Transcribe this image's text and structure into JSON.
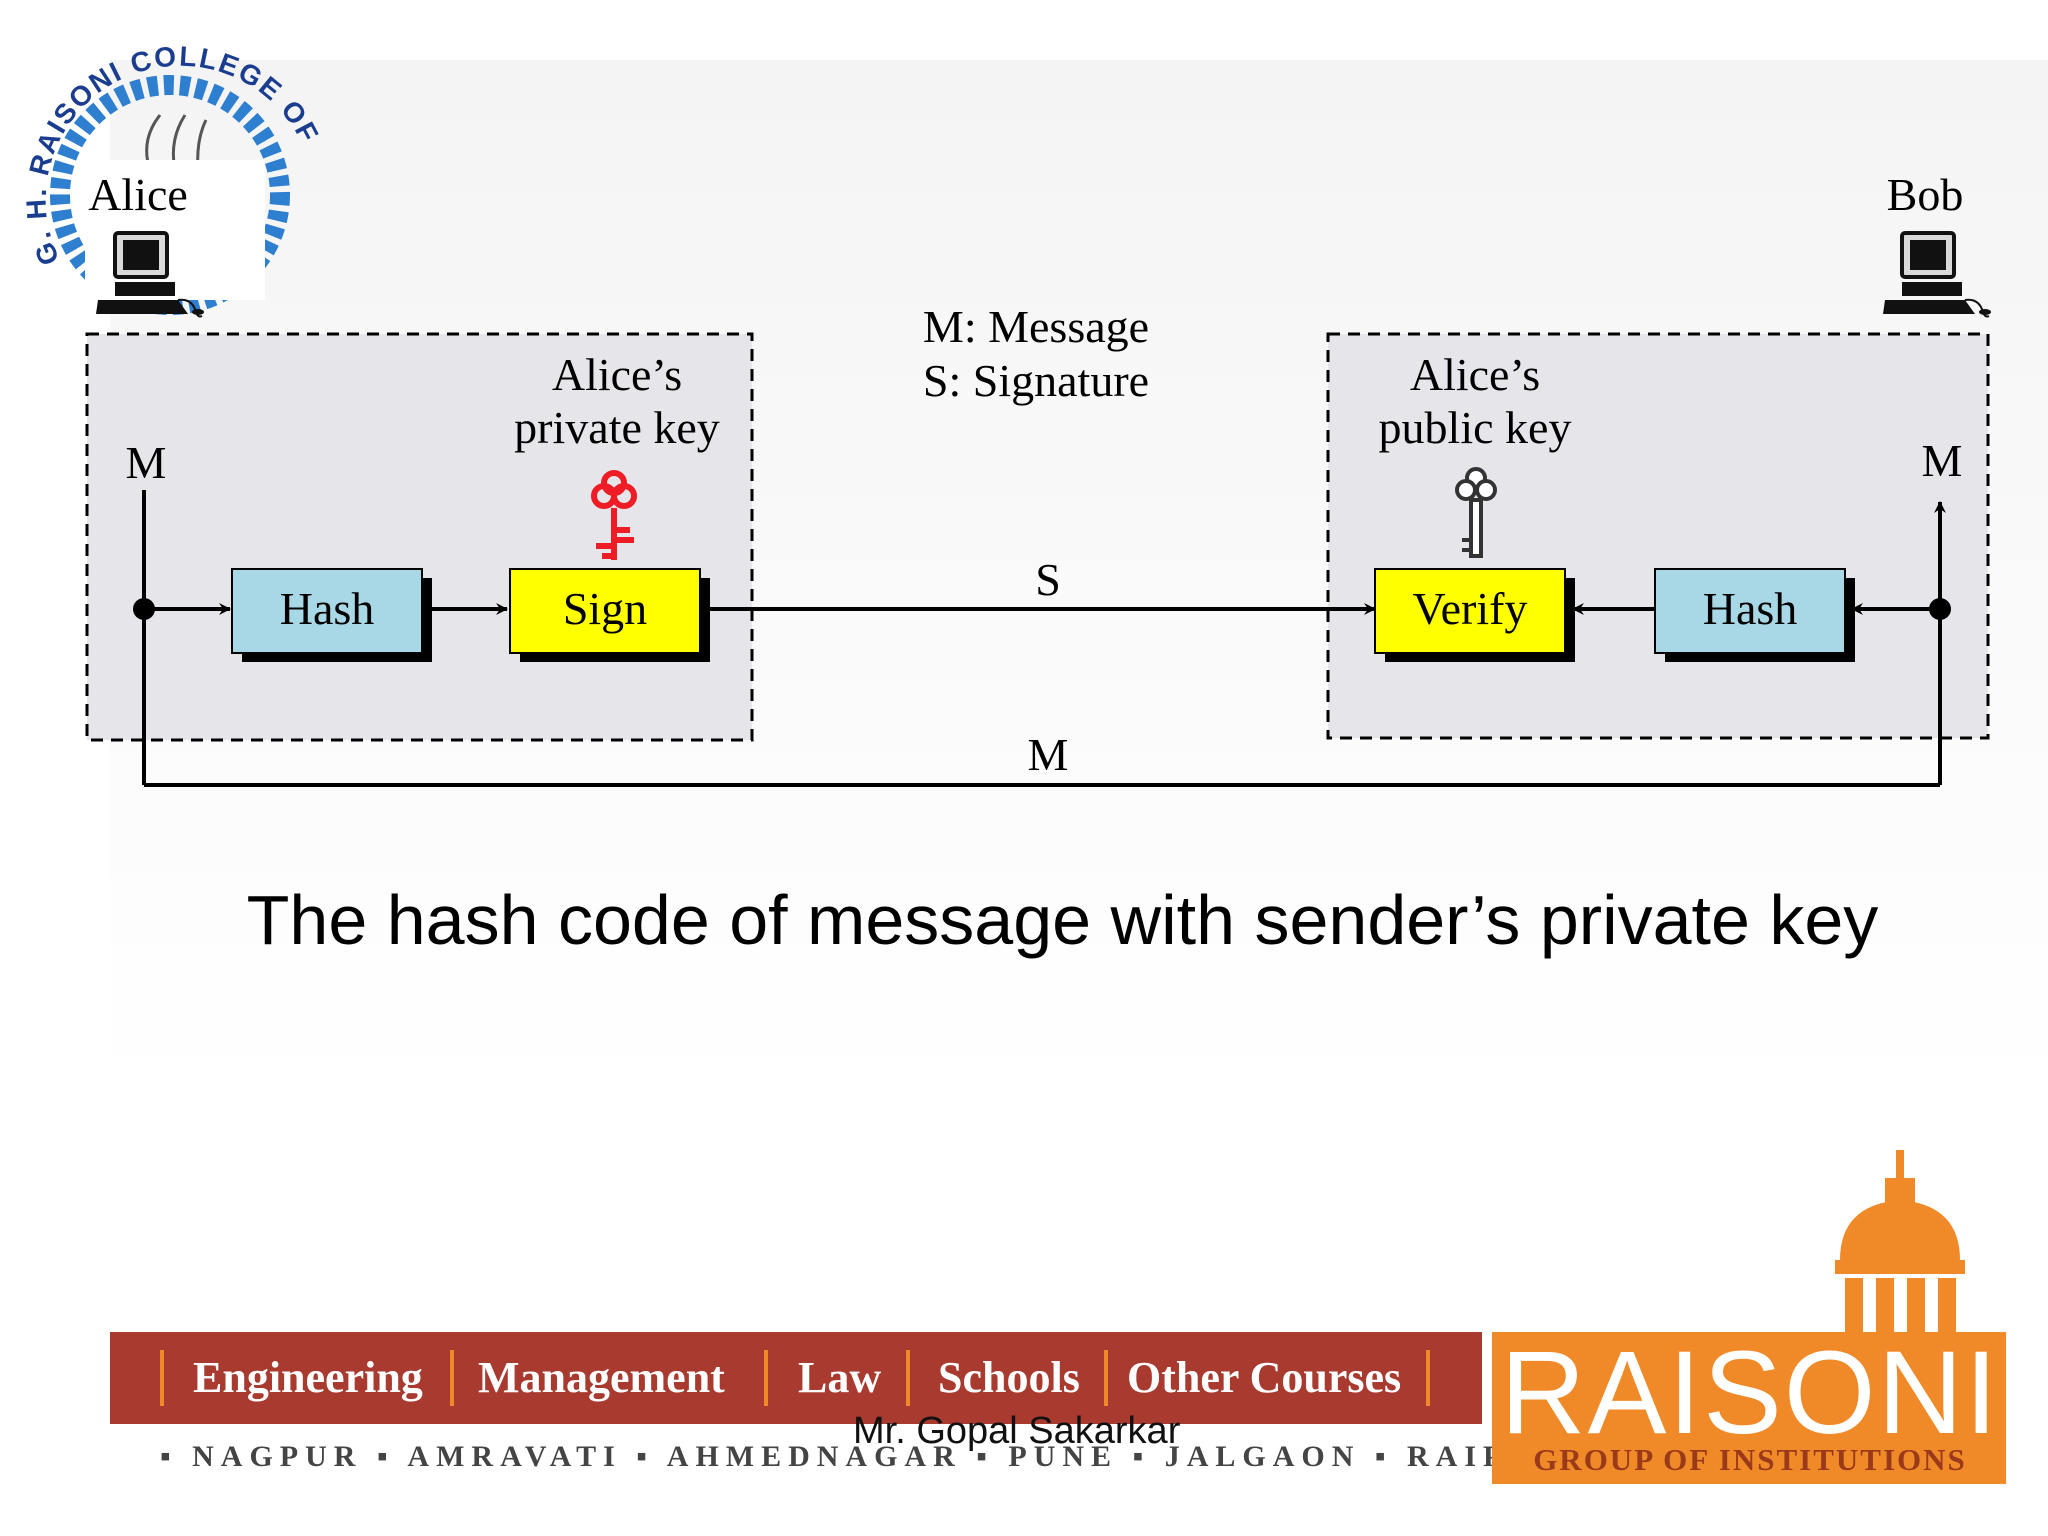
{
  "logo": {
    "ring_text": "G. H. RAISONI COLLEGE OF ENGIN",
    "colors": {
      "ring": "#2f7fd1",
      "text": "#1b3d8f"
    }
  },
  "actors": {
    "alice": "Alice",
    "bob": "Bob"
  },
  "legend": {
    "message": "M: Message",
    "signature": "S: Signature"
  },
  "sender": {
    "key_label_1": "Alice’s",
    "key_label_2": "private key",
    "input_label": "M",
    "hash_label": "Hash",
    "sign_label": "Sign"
  },
  "receiver": {
    "key_label_1": "Alice’s",
    "key_label_2": "public key",
    "output_label": "M",
    "verify_label": "Verify",
    "hash_label": "Hash"
  },
  "channel": {
    "signature_label": "S",
    "message_label": "M"
  },
  "caption": "The hash code of message with sender’s private key",
  "footer": {
    "nav": [
      "Engineering",
      "Management",
      "Law",
      "Schools",
      "Other Courses"
    ],
    "cities": "▪ NAGPUR ▪ AMRAVATI ▪ AHMEDNAGAR ▪ PUNE ▪ JALGAON ▪ RAIPUR ▪",
    "author": "Mr. Gopal Sakarkar",
    "brand": "RAISONI",
    "brand_sub": "GROUP OF INSTITUTIONS"
  },
  "colors": {
    "hash_box": "#a8d8e6",
    "sign_box": "#ffff00",
    "panel": "#e6e6ea",
    "private_key": "#ee1c24",
    "public_key": "#333333",
    "banner": "#a83a2f",
    "brand_orange": "#f08a28"
  }
}
